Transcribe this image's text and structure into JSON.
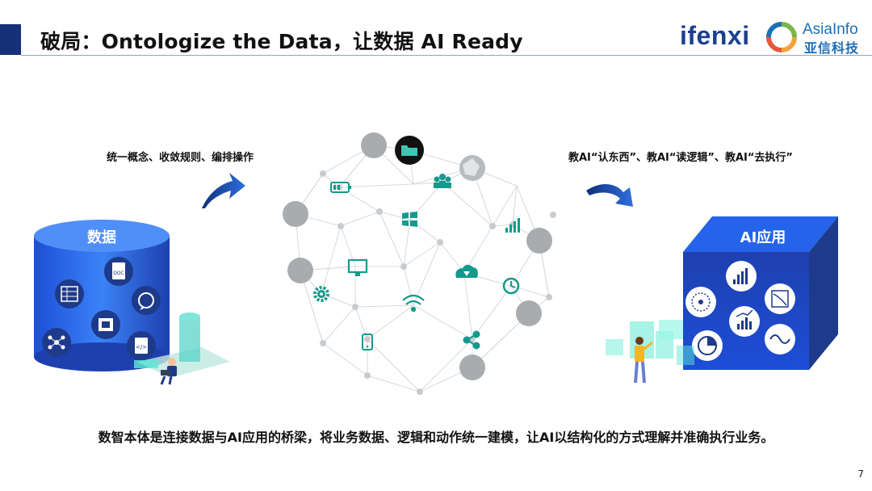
{
  "header": {
    "title": "破局：Ontologize the Data，让数据 AI Ready",
    "logo_ifenxi": "ifenxi",
    "logo_asiainfo": "AsiaInfo",
    "logo_asiainfo_cn": "亚信科技"
  },
  "left_label": "统一概念、收敛规则、编排操作",
  "right_label": "教AI“认东西”、教AI“读逻辑”、教AI“去执行”",
  "data_store": {
    "label": "数据",
    "icons": [
      "doc-icon",
      "spreadsheet-icon",
      "whatsapp-icon",
      "video-icon",
      "network-icon",
      "code-file-icon"
    ]
  },
  "ai_app": {
    "label": "AI应用",
    "icons": [
      "bar-chart-icon",
      "line-chart-icon",
      "radar-icon",
      "analytics-icon",
      "pie-chart-icon",
      "wave-icon"
    ]
  },
  "network_icons": [
    "folder-icon",
    "users-icon",
    "battery-icon",
    "windows-icon",
    "signal-icon",
    "monitor-icon",
    "cloud-download-icon",
    "gear-icon",
    "clock-icon",
    "wifi-icon",
    "phone-icon",
    "share-icon",
    "globe-icon"
  ],
  "colors": {
    "brand_blue": "#1b3f8f",
    "cylinder_blue": "#2563eb",
    "teal": "#149a8c",
    "arrow_blue": "#1a4fb8"
  },
  "caption": "数智本体是连接数据与AI应用的桥梁，将业务数据、逻辑和动作统一建模，让AI以结构化的方式理解并准确执行业务。",
  "page_number": "7"
}
